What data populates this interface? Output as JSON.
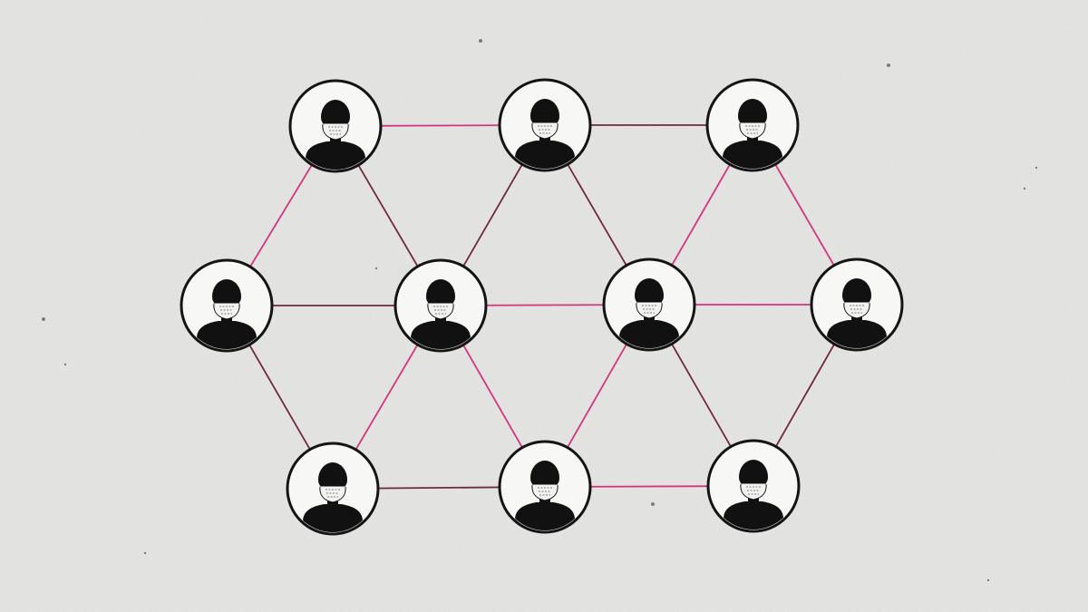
{
  "colors": {
    "background": "#e8e8e6",
    "edge_pink": "#d4357f",
    "edge_maroon": "#6e2a45",
    "node_outline": "#151515",
    "node_fill": "#f7f7f5",
    "figure": "#111111",
    "mask": "#f2f2f0"
  },
  "icons": {
    "person": "masked-person-icon"
  },
  "graph": {
    "nodes": [
      {
        "id": "n1"
      },
      {
        "id": "n2"
      },
      {
        "id": "n3"
      },
      {
        "id": "n4"
      },
      {
        "id": "n5"
      },
      {
        "id": "n6"
      },
      {
        "id": "n7"
      },
      {
        "id": "n8"
      },
      {
        "id": "n9"
      },
      {
        "id": "n10"
      }
    ],
    "edges": [
      {
        "from": "n1",
        "to": "n2",
        "color": "pink"
      },
      {
        "from": "n2",
        "to": "n3",
        "color": "maroon"
      },
      {
        "from": "n4",
        "to": "n5",
        "color": "maroon"
      },
      {
        "from": "n5",
        "to": "n6",
        "color": "pink"
      },
      {
        "from": "n6",
        "to": "n7",
        "color": "pink"
      },
      {
        "from": "n8",
        "to": "n9",
        "color": "maroon"
      },
      {
        "from": "n9",
        "to": "n10",
        "color": "pink"
      },
      {
        "from": "n1",
        "to": "n4",
        "color": "pink"
      },
      {
        "from": "n1",
        "to": "n5",
        "color": "maroon"
      },
      {
        "from": "n2",
        "to": "n5",
        "color": "maroon"
      },
      {
        "from": "n2",
        "to": "n6",
        "color": "maroon"
      },
      {
        "from": "n3",
        "to": "n6",
        "color": "pink"
      },
      {
        "from": "n3",
        "to": "n7",
        "color": "pink"
      },
      {
        "from": "n4",
        "to": "n8",
        "color": "maroon"
      },
      {
        "from": "n5",
        "to": "n8",
        "color": "pink"
      },
      {
        "from": "n5",
        "to": "n9",
        "color": "pink"
      },
      {
        "from": "n6",
        "to": "n9",
        "color": "pink"
      },
      {
        "from": "n6",
        "to": "n10",
        "color": "maroon"
      },
      {
        "from": "n7",
        "to": "n10",
        "color": "maroon"
      }
    ]
  }
}
